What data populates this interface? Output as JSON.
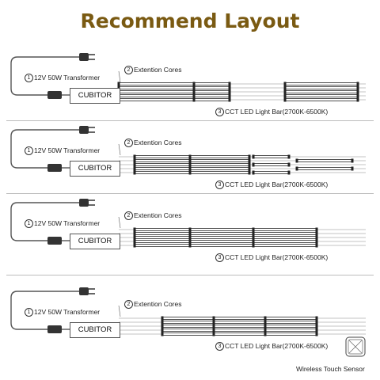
{
  "title": "Recommend Layout",
  "panels": [
    {
      "transformer": "12V 50W Transformer",
      "box": "CUBITOR",
      "cores": "Extention Cores",
      "bar": "CCT LED Light Bar(2700K-6500K)"
    },
    {
      "transformer": "12V 50W Transformer",
      "box": "CUBITOR",
      "cores": "Extention Cores",
      "bar": "CCT LED Light Bar(2700K-6500K)"
    },
    {
      "transformer": "12V 50W Transformer",
      "box": "CUBITOR",
      "cores": "Extention Cores",
      "bar": "CCT LED Light Bar(2700K-6500K)"
    },
    {
      "transformer": "12V 50W Transformer",
      "box": "CUBITOR",
      "cores": "Extention Cores",
      "bar": "CCT LED Light Bar(2700K-6500K)"
    }
  ],
  "markers": [
    "1",
    "2",
    "3"
  ],
  "sensor_label": "Wireless Touch Sensor",
  "colors": {
    "title": "#7a5a12",
    "wire": "#555555",
    "bar": "#222222"
  }
}
